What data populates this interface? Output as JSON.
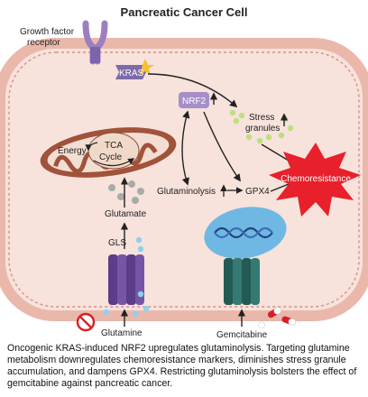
{
  "title": "Pancreatic Cancer Cell",
  "labels": {
    "growth_factor_receptor_line1": "Growth factor",
    "growth_factor_receptor_line2": "receptor",
    "kras": "KRAS",
    "nrf2": "NRF2",
    "stress_granules_line1": "Stress",
    "stress_granules_line2": "granules",
    "energy": "Energy",
    "tca_line1": "TCA",
    "tca_line2": "Cycle",
    "glutamate": "Glutamate",
    "gls": "GLS",
    "glutaminolysis": "Glutaminolysis",
    "gpx4": "GPX4",
    "chemoresistance": "Chemoresistance",
    "glutamine": "Glutamine",
    "gemcitabine": "Gemcitabine"
  },
  "caption": "Oncogenic KRAS-induced NRF2 upregulates glutaminolysis. Targeting glutamine metabolism downregulates chemoresistance markers, diminishes stress granule accumulation, and dampens GPX4. Restricting glutaminolysis bolsters the effect of gemcitabine against pancreatic cancer.",
  "colors": {
    "cell_fill": "#f7e2dc",
    "membrane": "#e9b3a6",
    "receptor": "#9c7fc0",
    "kras": "#7d6aa8",
    "nrf2": "#a68fc8",
    "mitochondria": "#a0523a",
    "tca": "#f1d9c9",
    "transporter_purple": "#6b4c9a",
    "transporter_teal": "#2f6d66",
    "nucleus": "#6fb8e3",
    "chemoresistance": "#e8202c",
    "stress_granule": "#bde07a",
    "glutamine_dot": "#8fd0ef",
    "glutamate_dot": "#aaaaaa"
  }
}
